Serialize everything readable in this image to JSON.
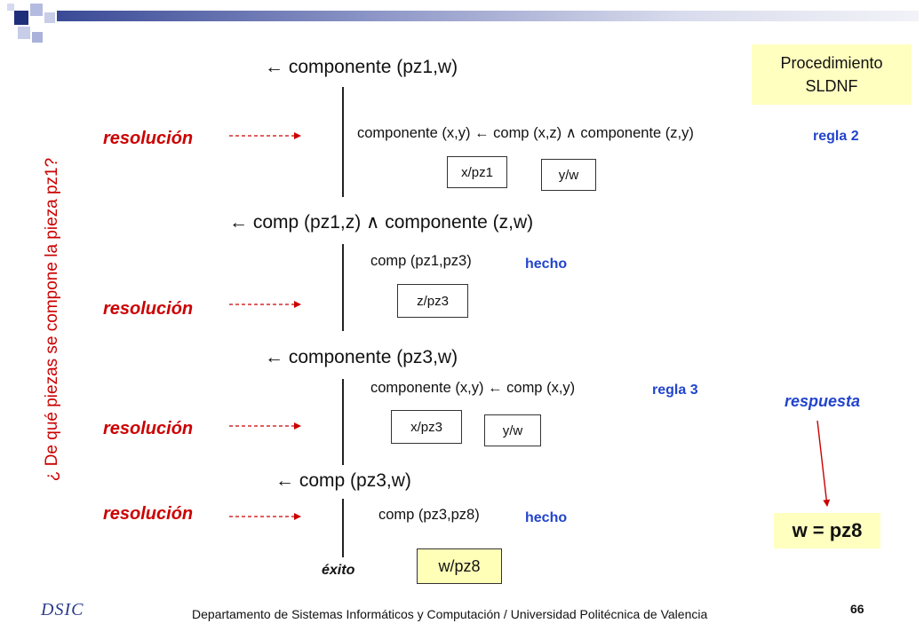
{
  "colors": {
    "header_dark": "#3a4a96",
    "header_light": "#9aa4d4",
    "resolucion_red": "#cc0000",
    "label_blue": "#2244cc",
    "box_yellow": "#ffffc0"
  },
  "procedure_box": {
    "line1": "Procedimiento",
    "line2": "SLDNF"
  },
  "vertical_question": "¿ De qué piezas se compone la pieza pz1?",
  "goals": {
    "g1": "← componente (pz1,w)",
    "g2": "← comp (pz1,z) ∧ componente (z,w)",
    "g3": "← componente (pz3,w)",
    "g4": "← comp (pz3,w)"
  },
  "clauses": {
    "c1": "componente (x,y) ← comp (x,z) ∧ componente (z,y)",
    "c2": "comp (pz1,pz3)",
    "c3": "componente (x,y) ← comp (x,y)",
    "c4": "comp (pz3,pz8)"
  },
  "clause_labels": {
    "l1": "regla 2",
    "l2": "hecho",
    "l3": "regla 3",
    "l4": "hecho"
  },
  "substitutions": {
    "s1a": "x/pz1",
    "s1b": "y/w",
    "s2a": "z/pz3",
    "s3a": "x/pz3",
    "s3b": "y/w",
    "s4a": "w/pz8"
  },
  "resolution_label": "resolución",
  "exito": "éxito",
  "respuesta": "respuesta",
  "answer": "w = pz8",
  "footer": "Departamento de Sistemas Informáticos y Computación / Universidad Politécnica de Valencia",
  "page_number": "66",
  "logo_text": "DSIC"
}
